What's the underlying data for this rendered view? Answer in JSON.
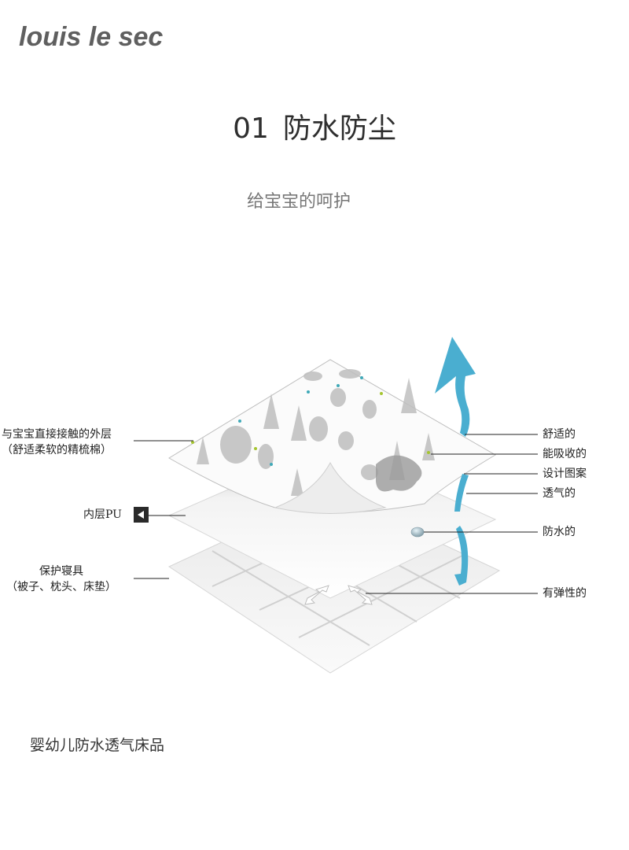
{
  "brand": {
    "name": "louis le sec"
  },
  "header": {
    "number": "01",
    "title": "防水防尘",
    "subtitle": "给宝宝的呵护"
  },
  "diagram": {
    "layers": [
      {
        "name": "outer-cotton-layer",
        "pattern": "woodland animals print"
      },
      {
        "name": "inner-pu-layer"
      },
      {
        "name": "bedding-layer"
      }
    ],
    "left_labels": [
      {
        "line1": "与宝宝直接接触的外层",
        "line2": "（舒适柔软的精梳棉）"
      },
      {
        "line1": "内层PU"
      },
      {
        "line1": "保护寝具",
        "line2": "（被子、枕头、床垫）"
      }
    ],
    "right_labels": [
      "舒适的",
      "能吸收的",
      "设计图案",
      "透气的",
      "防水的",
      "有弹性的"
    ],
    "colors": {
      "arrow": "#4aaed0",
      "leader_line": "#222222",
      "marker": "#2a2a2a"
    },
    "icons": [
      "airflow-arrow-icon",
      "water-droplet-icon",
      "stretch-arrows-icon",
      "triangle-left-icon"
    ]
  },
  "footer": {
    "caption": "婴幼儿防水透气床品"
  }
}
